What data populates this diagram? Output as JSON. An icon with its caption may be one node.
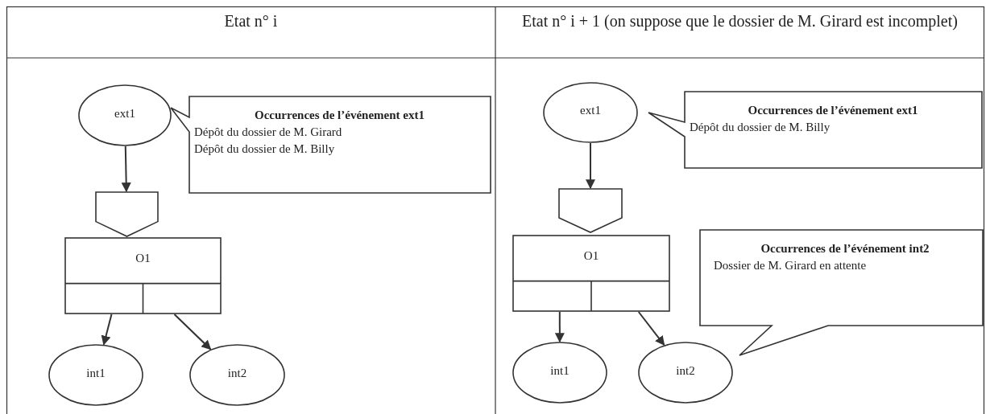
{
  "diagram": {
    "nodes": [
      {
        "text": [
          "ext1"
        ]
      },
      {
        "text": [
          "Occurrences de l’événement ext1",
          "Dépôt du dossier de M. Girard",
          "Dépôt du dossier de M. Billy"
        ]
      },
      {
        "text": [],
        "shape": "pentagon"
      },
      {
        "text": [
          "O1"
        ]
      },
      {
        "text": [
          "int1"
        ]
      },
      {
        "text": [
          "int2"
        ]
      },
      {
        "text": [
          "ext1"
        ]
      },
      {
        "text": [
          "Occurrences de l’événement ext1",
          "Dépôt du dossier de M. Billy"
        ]
      },
      {
        "text": [],
        "shape": "pentagon"
      },
      {
        "text": [
          "O1"
        ]
      },
      {
        "text": [
          "Occurrences de l’événement int2",
          "Dossier de M. Girard en attente"
        ]
      },
      {
        "text": [
          "int1"
        ]
      },
      {
        "text": [
          "int2"
        ]
      }
    ],
    "edges": [
      {
        "from": 0,
        "to": 2,
        "arrow": "to"
      },
      {
        "from": 3,
        "to": 4,
        "arrow": "to"
      },
      {
        "from": 3,
        "to": 5,
        "arrow": "to"
      },
      {
        "from": 6,
        "to": 8,
        "arrow": "to"
      },
      {
        "from": 9,
        "to": 11,
        "arrow": "to"
      },
      {
        "from": 9,
        "to": 12,
        "arrow": "to"
      }
    ],
    "labels": [
      "Etat n° i",
      "Etat n° i + 1 (on suppose que le dossier de M. Girard est incomplet)"
    ]
  }
}
